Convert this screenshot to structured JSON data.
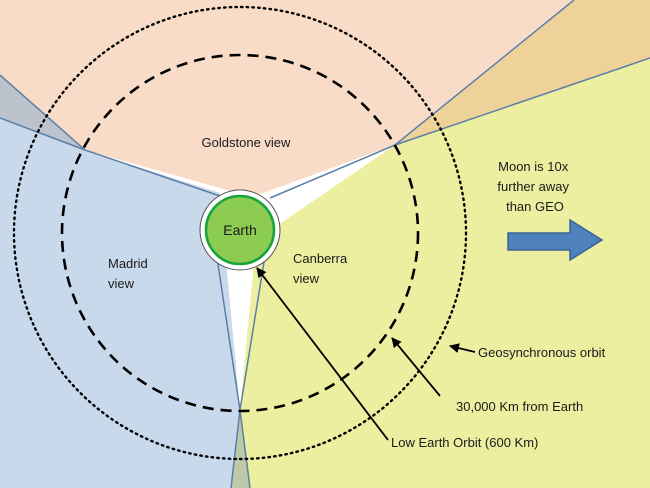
{
  "diagram": {
    "regions": {
      "goldstone": {
        "lines": [
          "Goldstone view"
        ],
        "color": "#f8dcc8"
      },
      "madrid": {
        "lines": [
          "Madrid",
          "view"
        ],
        "color": "#c9d9ec"
      },
      "canberra": {
        "lines": [
          "Canberra",
          "view"
        ],
        "color": "#ecefa0"
      },
      "overlap_left_color": "#bcc3cd",
      "overlap_right_color": "#eed29a",
      "overlap_bottom_color": "#bdc9a9",
      "gap_color": "#ffffff",
      "boundary_color": "#5a7fa8"
    },
    "earth": {
      "label": "Earth",
      "fill": "#8ccc52",
      "stroke": "#19a33a"
    },
    "annotations": {
      "moon_lines": [
        "Moon is 10x",
        "further away",
        "than GEO"
      ],
      "geosynchronous": "Geosynchronous orbit",
      "distance": "30,000 Km from Earth",
      "leo": "Low Earth Orbit (600 Km)"
    },
    "arrow_color": "#4f81bd",
    "arrow_stroke": "#3a6493"
  }
}
